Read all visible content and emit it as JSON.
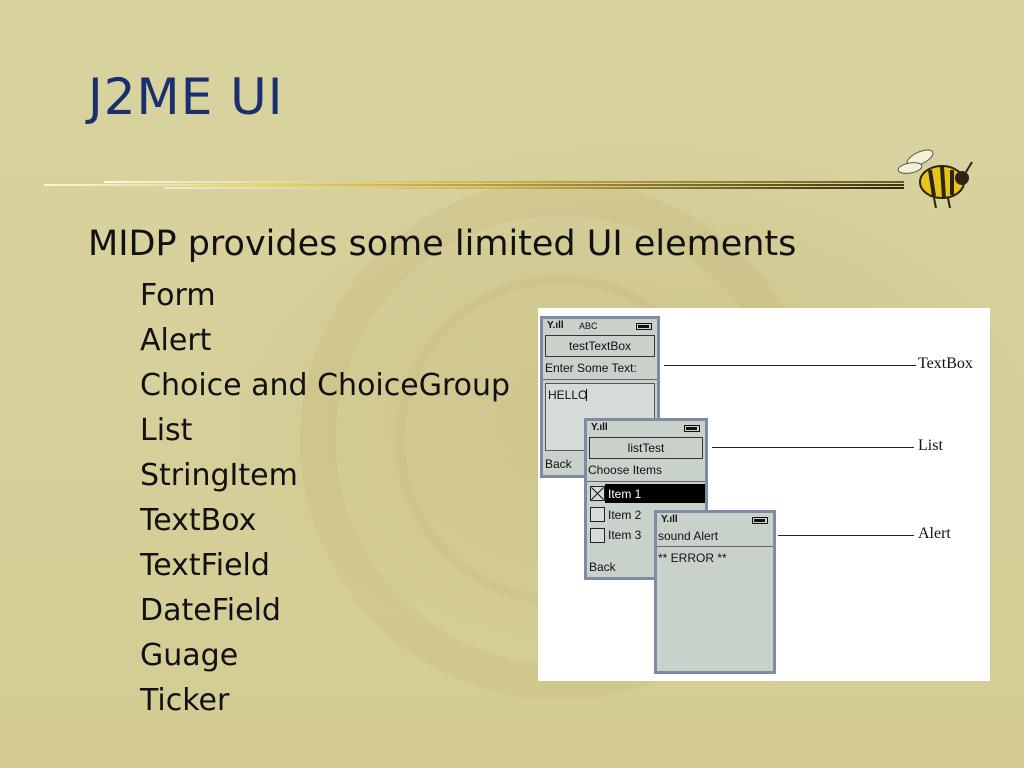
{
  "slide": {
    "title": "J2ME UI",
    "main_bullet": "MIDP provides some limited UI elements",
    "sub_items": [
      "Form",
      "Alert",
      "Choice and ChoiceGroup",
      "List",
      "StringItem",
      "TextBox",
      "TextField",
      "DateField",
      "Guage",
      "Ticker"
    ]
  },
  "figure": {
    "textbox_screen": {
      "status": "ABC",
      "title": "testTextBox",
      "prompt": "Enter Some Text:",
      "value": "HELLO",
      "command": "Back"
    },
    "list_screen": {
      "title": "listTest",
      "prompt": "Choose Items",
      "items": [
        "Item 1",
        "Item 2",
        "Item 3"
      ],
      "selected_index": 0,
      "command": "Back"
    },
    "alert_screen": {
      "title": "sound Alert",
      "message": "** ERROR **"
    },
    "callouts": [
      "TextBox",
      "List",
      "Alert"
    ]
  },
  "colors": {
    "background": "#d6cf98",
    "title": "#1a2f6e",
    "phone_screen": "#c9d1cb",
    "phone_border": "#7f8aa4"
  },
  "icons": [
    "signal-icon",
    "battery-icon",
    "bee-mascot-icon",
    "checkbox-icon"
  ]
}
